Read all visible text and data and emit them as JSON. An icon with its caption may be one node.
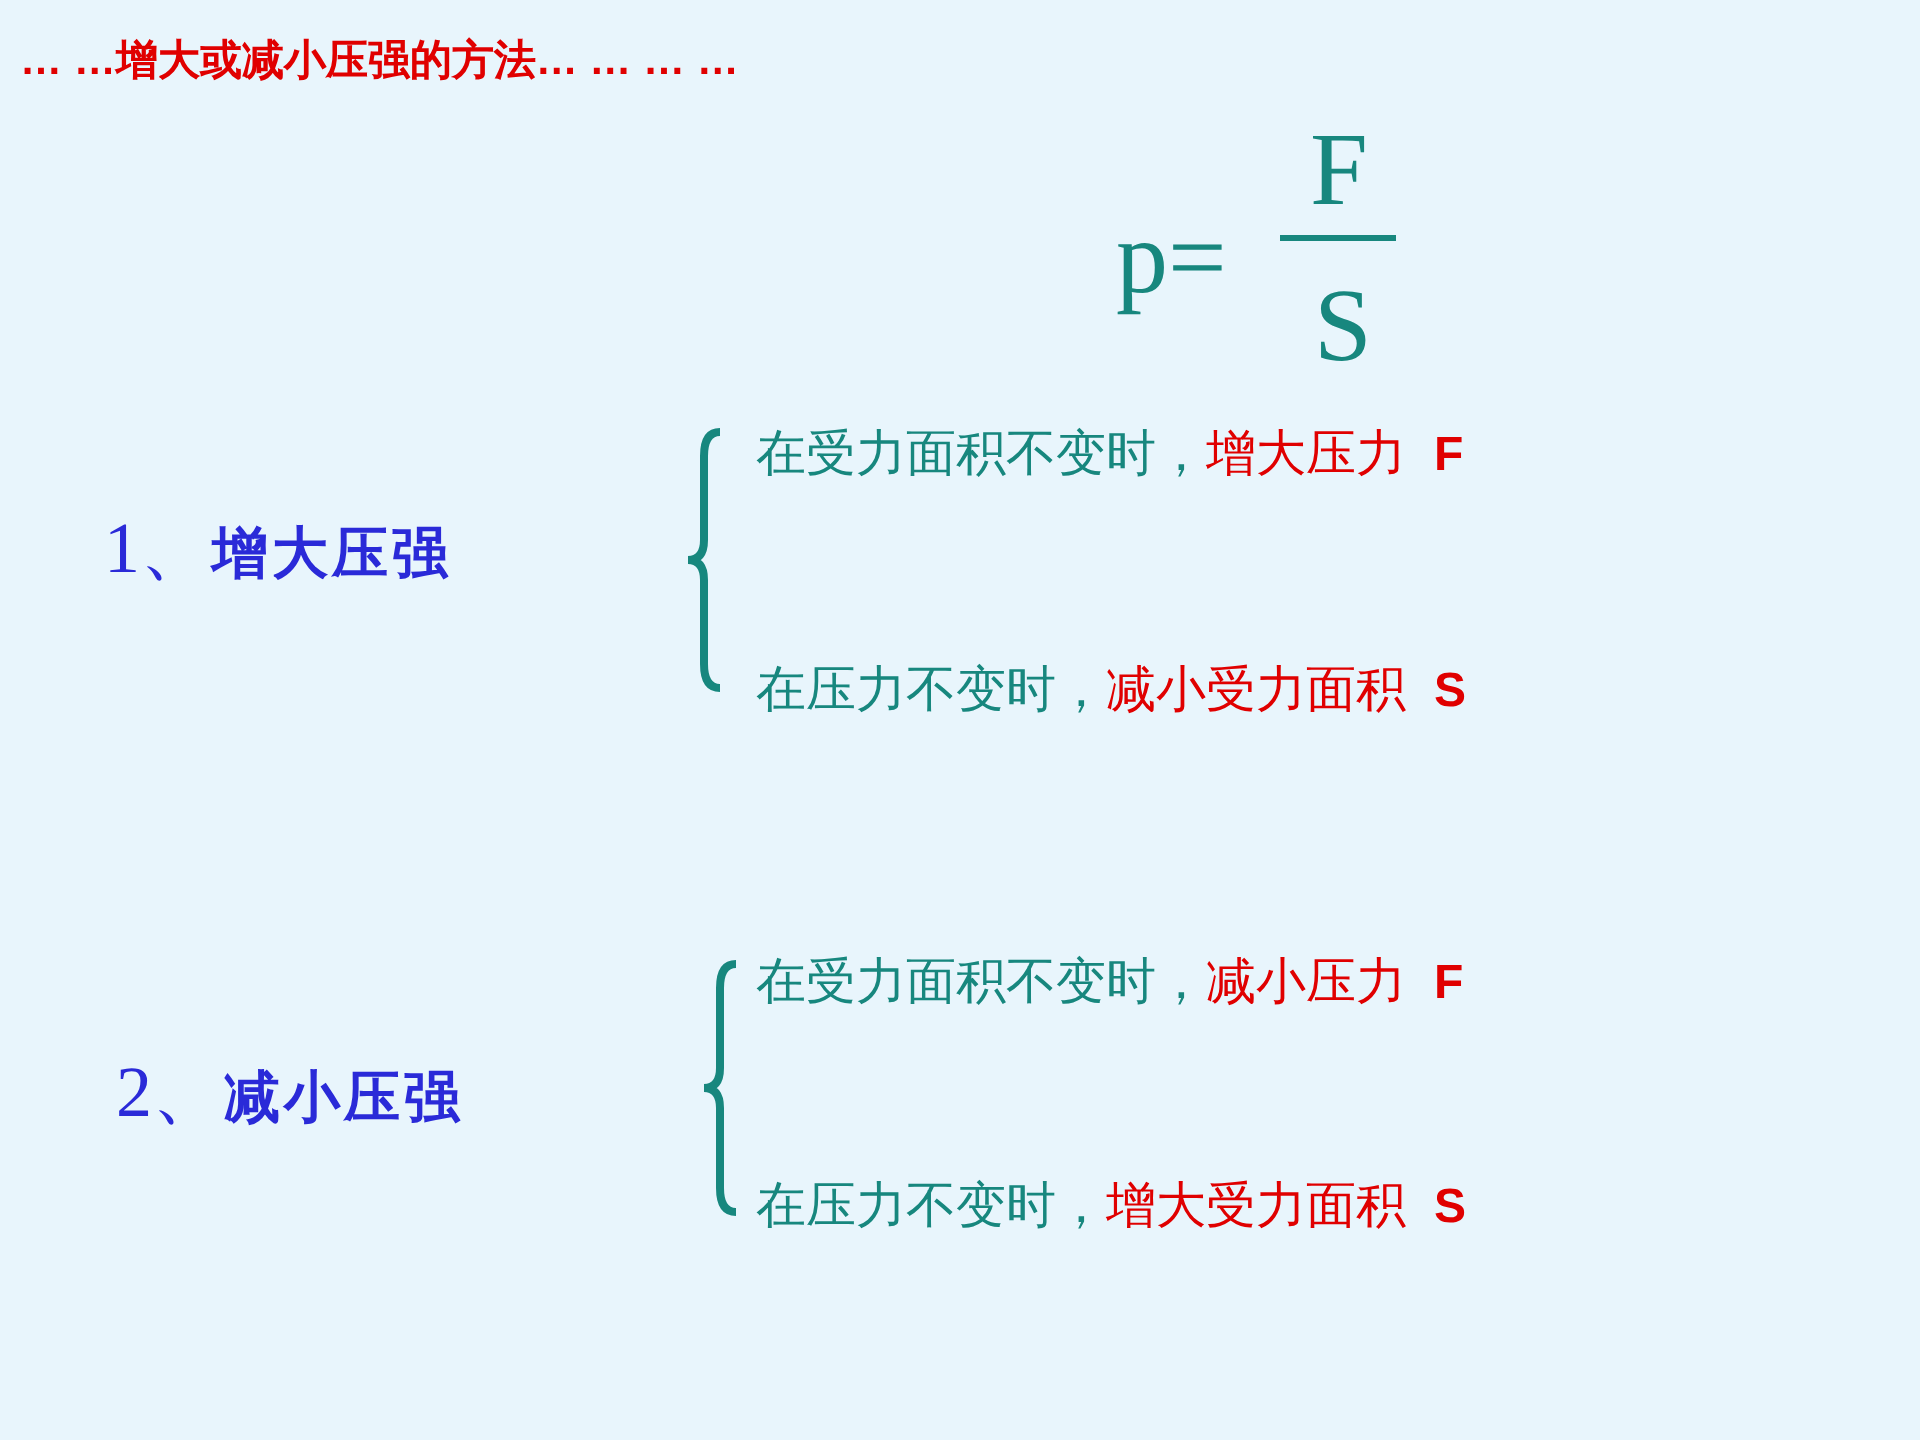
{
  "diagram": {
    "title": "… …增大或减小压强的方法… … … …",
    "labels": [
      "p=",
      "F",
      "S",
      "1、",
      "增大压强",
      "在受力面积不变时，",
      "增大压力",
      "F",
      "在压力不变时，",
      "减小受力面积",
      "S",
      "2、",
      "减小压强",
      "在受力面积不变时，",
      "减小压力",
      "F",
      "在压力不变时，",
      "增大受力面积",
      "S"
    ]
  }
}
